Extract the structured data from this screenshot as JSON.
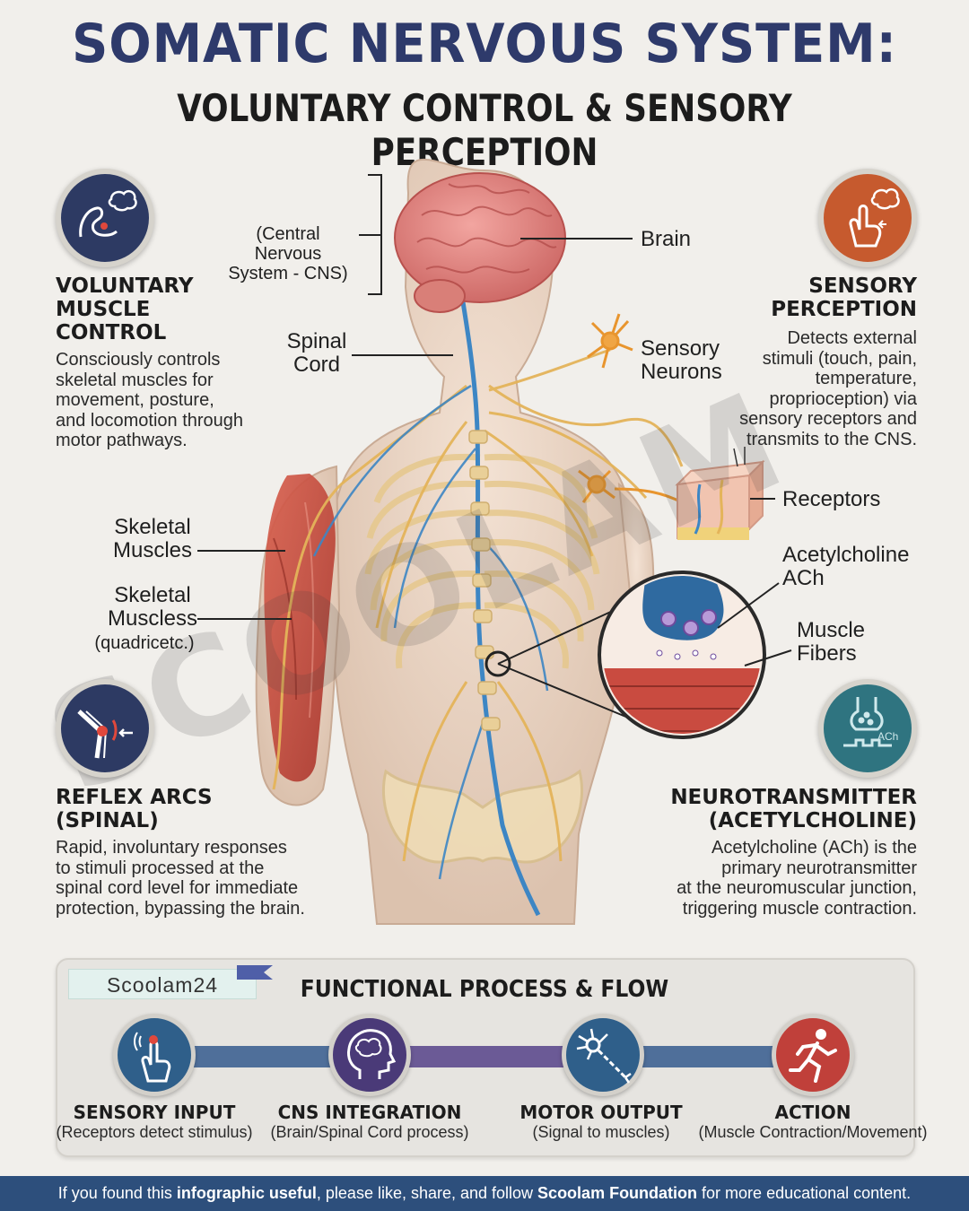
{
  "header": {
    "title": "SOMATIC NERVOUS SYSTEM:",
    "subtitle": "VOLUNTARY CONTROL & SENSORY PERCEPTION"
  },
  "features": {
    "voluntary": {
      "heading": "VOLUNTARY\nMUSCLE\nCONTROL",
      "text": "Consciously controls\nskeletal muscles for\nmovement, posture,\nand locomotion through\nmotor pathways.",
      "icon": "flexed-arm-brain-icon"
    },
    "sensory": {
      "heading": "SENSORY\nPERCEPTION",
      "text": "Detects external\nstimuli (touch, pain,\ntemperature,\nproprioception) via\nsensory receptors and\ntransmits to the CNS.",
      "icon": "finger-touch-brain-icon"
    },
    "reflex": {
      "heading": "REFLEX ARCS\n(SPINAL)",
      "text": "Rapid, involuntary responses\nto stimuli processed at the\nspinal cord level for immediate\nprotection, bypassing the brain.",
      "icon": "knee-reflex-icon"
    },
    "neurotransmitter": {
      "heading": "NEUROTRANSMITTER\n(ACETYLCHOLINE)",
      "text": "Acetylcholine (ACh) is the\nprimary neurotransmitter\nat the neuromuscular junction,\ntriggering muscle contraction.",
      "icon": "synapse-ach-icon",
      "icon_text": "ACh"
    }
  },
  "labels": {
    "cns": "(Central Nervous\nSystem - CNS)",
    "brain": "Brain",
    "spinal_cord": "Spinal\nCord",
    "sensory_neurons": "Sensory\nNeurons",
    "receptors": "Receptors",
    "acetylcholine": "Acetylcholine\nACh",
    "muscle_fibers": "Muscle\nFibers",
    "skeletal_muscles": "Skeletal\nMuscles",
    "skeletal_muscless": "Skeletal\nMuscless",
    "quadricetc": "(quadricetc.)"
  },
  "watermark": "SCOOLAM",
  "flow": {
    "tag": "Scoolam24",
    "title": "FUNCTIONAL PROCESS & FLOW",
    "steps": [
      {
        "label": "SENSORY INPUT",
        "sub": "(Receptors detect stimulus)",
        "icon": "touch-hand-icon",
        "color": "#2f5f8a"
      },
      {
        "label": "CNS INTEGRATION",
        "sub": "(Brain/Spinal Cord process)",
        "icon": "head-brain-icon",
        "color": "#4a3a78"
      },
      {
        "label": "MOTOR OUTPUT",
        "sub": "(Signal to muscles)",
        "icon": "motor-neuron-icon",
        "color": "#2f5f8a"
      },
      {
        "label": "ACTION",
        "sub": "(Muscle Contraction/Movement)",
        "icon": "running-person-icon",
        "color": "#c0403a"
      }
    ]
  },
  "footer": {
    "part1": "If you found this ",
    "bold1": "infographic useful",
    "part2": ", please like, share, and follow ",
    "bold2": "Scoolam Foundation",
    "part3": " for more educational content."
  },
  "colors": {
    "title": "#2e3a6b",
    "footer_bg": "#2d4f7c",
    "voluntary_icon": "#2d3a63",
    "sensory_icon": "#c65a2e",
    "reflex_icon": "#2d3a63",
    "neuro_icon": "#2f7480",
    "nerve_yellow": "#e4b45a",
    "nerve_blue": "#3d86c4",
    "muscle_red": "#c8453a"
  }
}
